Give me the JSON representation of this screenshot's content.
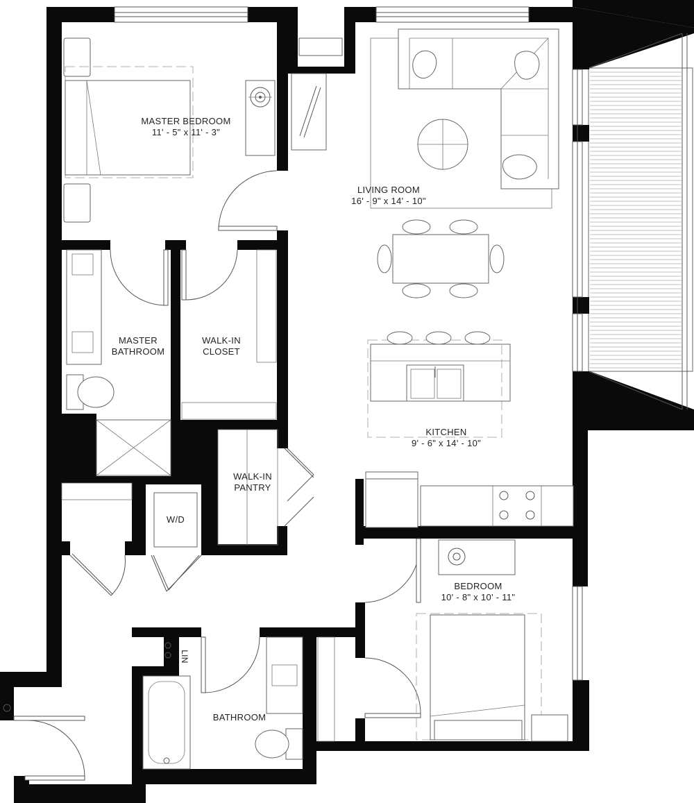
{
  "rooms": {
    "master_bedroom": {
      "name": "MASTER BEDROOM",
      "dims": "11' - 5\" x 11' - 3\""
    },
    "living_room": {
      "name": "LIVING ROOM",
      "dims": "16' - 9\" x 14' - 10\""
    },
    "master_bathroom": {
      "name_line1": "MASTER",
      "name_line2": "BATHROOM"
    },
    "walk_in_closet": {
      "name_line1": "WALK-IN",
      "name_line2": "CLOSET"
    },
    "kitchen": {
      "name": "KITCHEN",
      "dims": "9' - 6\" x 14' - 10\""
    },
    "walk_in_pantry": {
      "name_line1": "WALK-IN",
      "name_line2": "PANTRY"
    },
    "laundry": {
      "name": "W/D"
    },
    "bedroom": {
      "name": "BEDROOM",
      "dims": "10' - 8\" x 10' - 11\""
    },
    "bathroom": {
      "name": "BATHROOM"
    },
    "linen": {
      "name": "LIN"
    }
  },
  "colors": {
    "wall": "#0a0a0a",
    "line": "#555555",
    "text": "#222222"
  }
}
